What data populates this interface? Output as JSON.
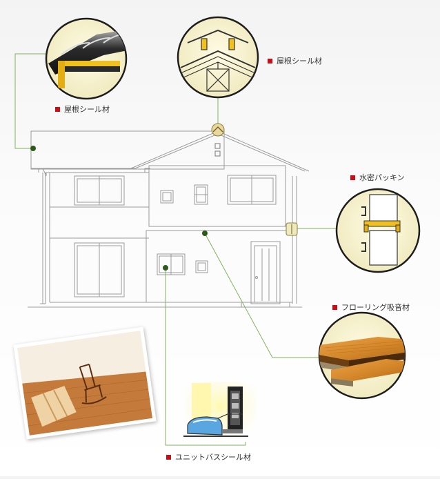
{
  "labels": {
    "roof_seal_left": "屋根シール材",
    "roof_seal_top": "屋根シール材",
    "watertight_packing": "水密パッキン",
    "flooring_sound": "フローリング吸音材",
    "unit_bath_seal": "ユニットバスシール材"
  },
  "colors": {
    "marker": "#c80f18",
    "leader_line": "#7fb25a",
    "leader_dot": "#2d5a1b",
    "callout_bg": "#efe9bd",
    "house_line": "#9a9a9a"
  }
}
